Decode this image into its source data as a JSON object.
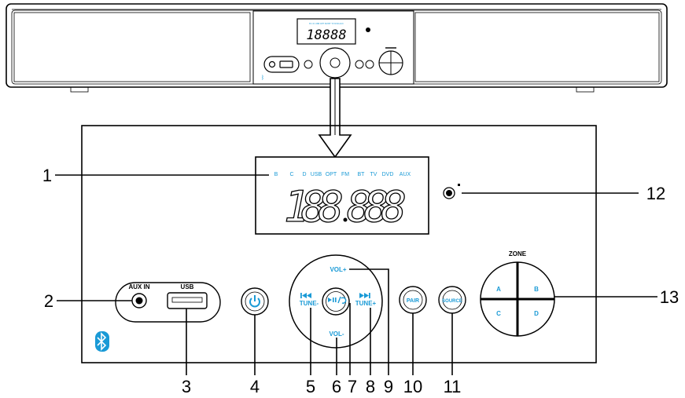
{
  "top_view": {
    "display_digits": "18888",
    "small_indicator_text": "B C D USB OPT FM BT TV DVD AUX"
  },
  "front_panel": {
    "display": {
      "source_indicators": [
        "B",
        "C",
        "D",
        "USB",
        "OPT",
        "FM",
        "BT",
        "TV",
        "DVD",
        "AUX"
      ],
      "digits_left": "188",
      "digits_right": "888"
    },
    "aux_label": "AUX IN",
    "usb_label": "USB",
    "vol_plus": "VOL+",
    "vol_minus": "VOL-",
    "tune_minus": "TUNE-",
    "tune_plus": "TUNE+",
    "pair_label": "PAIR",
    "source_label": "SOURCE",
    "zone_label": "ZONE",
    "zones": [
      "A",
      "B",
      "C",
      "D"
    ]
  },
  "callouts": [
    "1",
    "2",
    "3",
    "4",
    "5",
    "6",
    "7",
    "8",
    "9",
    "10",
    "11",
    "12",
    "13"
  ],
  "colors": {
    "accent": "#1a9ad6",
    "line": "#000000",
    "panel": "#ffffff"
  }
}
